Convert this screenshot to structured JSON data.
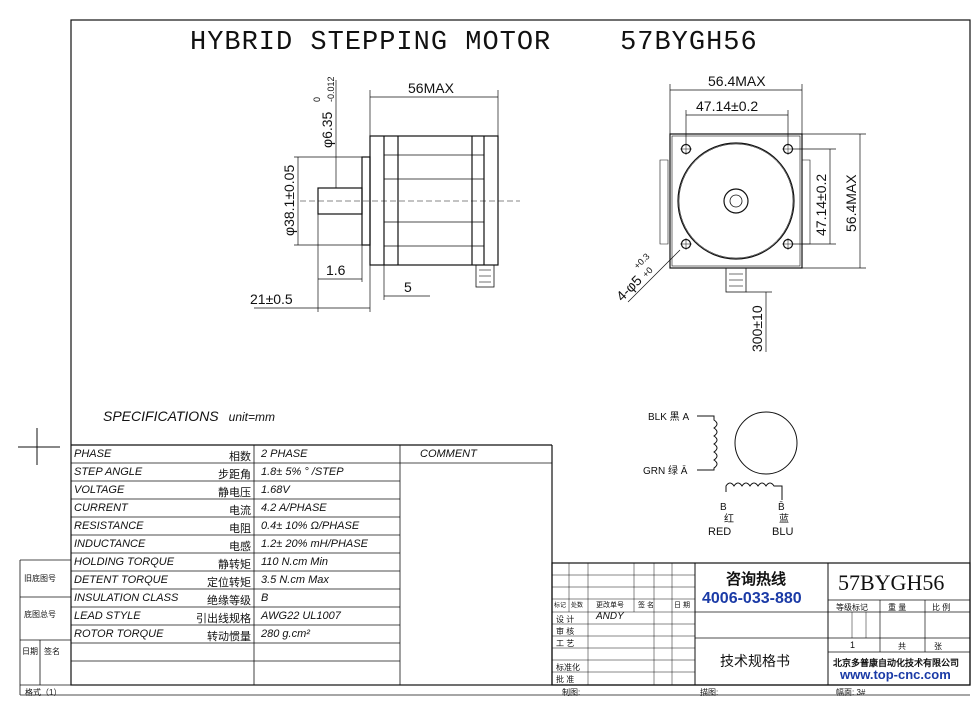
{
  "title": "HYBRID STEPPING MOTOR    57BYGH56",
  "side_view": {
    "length": "56MAX",
    "shaft_dia_main": "φ6.35",
    "shaft_tol_upper": "0",
    "shaft_tol_lower": "-0.012",
    "pilot_dia": "φ38.1±0.05",
    "pilot_len": "1.6",
    "shaft_len": "21±0.5",
    "flange": "5"
  },
  "front_view": {
    "width": "56.4MAX",
    "hole_spacing_h": "47.14±0.2",
    "hole_spacing_v": "47.14±0.2",
    "height": "56.4MAX",
    "holes_main": "4-φ5",
    "holes_tol_upper": "+0.3",
    "holes_tol_lower": "+0",
    "lead_len": "300±10"
  },
  "spec_heading": "SPECIFICATIONS",
  "unit_label": "unit=mm",
  "comment_label": "COMMENT",
  "specs": [
    {
      "en": "PHASE",
      "cn": "相数",
      "val": "2  PHASE"
    },
    {
      "en": "STEP ANGLE",
      "cn": "步距角",
      "val": "1.8± 5% ° /STEP"
    },
    {
      "en": "VOLTAGE",
      "cn": "静电压",
      "val": "1.68V"
    },
    {
      "en": "CURRENT",
      "cn": "电流",
      "val": "4.2 A/PHASE"
    },
    {
      "en": "RESISTANCE",
      "cn": "电阻",
      "val": "0.4± 10%  Ω/PHASE"
    },
    {
      "en": "INDUCTANCE",
      "cn": "电感",
      "val": "1.2± 20% mH/PHASE"
    },
    {
      "en": "HOLDING TORQUE",
      "cn": "静转矩",
      "val": "110  N.cm Min"
    },
    {
      "en": "DETENT TORQUE",
      "cn": "定位转矩",
      "val": "3.5 N.cm Max"
    },
    {
      "en": "INSULATION CLASS",
      "cn": "绝缘等级",
      "val": "B"
    },
    {
      "en": "LEAD STYLE",
      "cn": "引出线规格",
      "val": "AWG22 UL1007"
    },
    {
      "en": "ROTOR TORQUE",
      "cn": "转动惯量",
      "val": "280 g.cm²"
    }
  ],
  "wiring": {
    "blk": "BLK 黑 A",
    "grn": "GRN 绿 Ā",
    "b": "B",
    "b_cn": "红",
    "red": "RED",
    "bbar": "B̄",
    "bbar_cn": "蓝",
    "blu": "BLU"
  },
  "titleblock": {
    "hotline_label": "咨询热线",
    "hotline_number": "4006-033-880",
    "model": "57BYGH56",
    "doc_name": "技术规格书",
    "company": "北京多普康自动化技术有限公司",
    "website": "www.top-cnc.com",
    "mark": "标记",
    "count": "处数",
    "change_no": "更改单号",
    "sign": "签  名",
    "date": "日  期",
    "design": "设   计",
    "designer": "ANDY",
    "review": "审   核",
    "process": "工   艺",
    "standard": "标准化",
    "approve": "批   准",
    "stage_mark": "等级标记",
    "weight": "重   量",
    "ratio": "比   例",
    "sheet_no": "1",
    "total": "共",
    "sheet": "张",
    "drawer": "制图:",
    "tracer": "描图:",
    "size": "幅面: 3#",
    "old_no": "旧底图号",
    "base_no": "底图总号",
    "date_lbl": "日期",
    "sign_lbl": "签名",
    "format": "格式（1）"
  }
}
